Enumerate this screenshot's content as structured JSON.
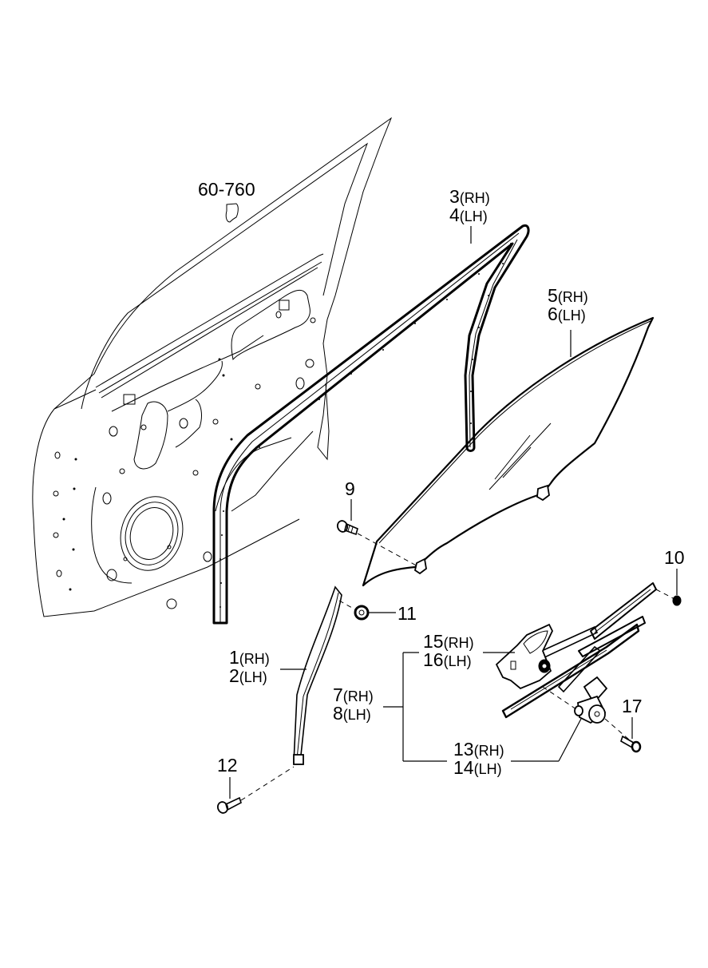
{
  "diagram": {
    "title": "Front Door Window Regulator & Glass — Exploded Parts Diagram",
    "colors": {
      "line": "#000000",
      "background": "#ffffff"
    },
    "reference": {
      "label": "60-760",
      "part": "front door panel"
    },
    "callouts": [
      {
        "id": "c1",
        "line1_num": "1",
        "line1_side": "(RH)",
        "line2_num": "2",
        "line2_side": "(LH)",
        "part": "front door glass run channel (lower)"
      },
      {
        "id": "c3",
        "line1_num": "3",
        "line1_side": "(RH)",
        "line2_num": "4",
        "line2_side": "(LH)",
        "part": "door glass run weatherstrip"
      },
      {
        "id": "c5",
        "line1_num": "5",
        "line1_side": "(RH)",
        "line2_num": "6",
        "line2_side": "(LH)",
        "part": "front door window glass"
      },
      {
        "id": "c7",
        "line1_num": "7",
        "line1_side": "(RH)",
        "line2_num": "8",
        "line2_side": "(LH)",
        "part": "window regulator assembly"
      },
      {
        "id": "c13",
        "line1_num": "13",
        "line1_side": "(RH)",
        "line2_num": "14",
        "line2_side": "(LH)",
        "part": "regulator motor"
      },
      {
        "id": "c15",
        "line1_num": "15",
        "line1_side": "(RH)",
        "line2_num": "16",
        "line2_side": "(LH)",
        "part": "regulator bracket"
      }
    ],
    "single_callouts": {
      "n9": "9",
      "n10": "10",
      "n11": "11",
      "n12": "12",
      "n17": "17"
    }
  }
}
